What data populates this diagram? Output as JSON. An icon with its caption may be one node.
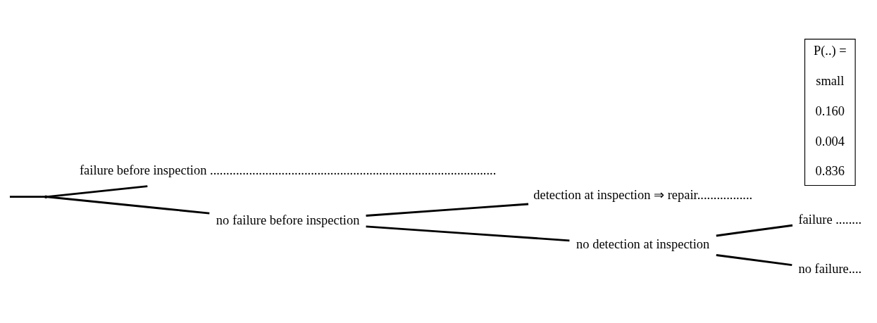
{
  "diagram": {
    "nodes": [
      {
        "text": [],
        "shape": "point"
      },
      {
        "text": [
          "failure before inspection ........................................................................................"
        ]
      },
      {
        "text": [
          "no failure before inspection"
        ]
      },
      {
        "text": [
          "detection at inspection ⇒ repair................."
        ]
      },
      {
        "text": [
          "no detection at inspection"
        ]
      },
      {
        "text": [
          "failure ........"
        ]
      },
      {
        "text": [
          "no failure...."
        ]
      },
      {
        "text": [
          "P(..) =",
          "small",
          "0.160",
          "0.004",
          "0.836"
        ]
      }
    ],
    "edges": [
      {
        "from": null,
        "to": 0,
        "arrow": "none"
      },
      {
        "from": 0,
        "to": 1,
        "arrow": "none"
      },
      {
        "from": 0,
        "to": 2,
        "arrow": "none"
      },
      {
        "from": 2,
        "to": 3,
        "arrow": "none"
      },
      {
        "from": 2,
        "to": 4,
        "arrow": "none"
      },
      {
        "from": 4,
        "to": 5,
        "arrow": "none"
      },
      {
        "from": 4,
        "to": 6,
        "arrow": "none"
      }
    ]
  }
}
